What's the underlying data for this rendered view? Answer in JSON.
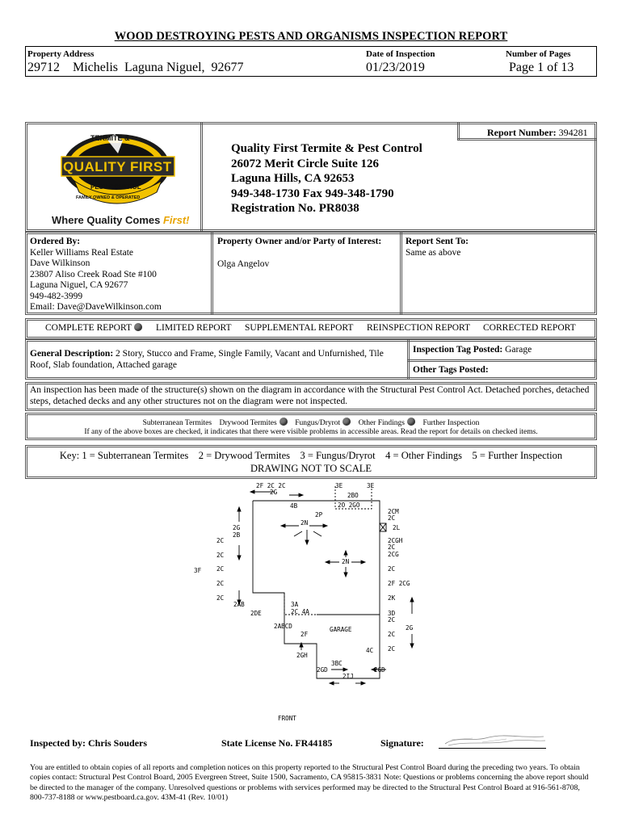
{
  "report_title": "WOOD DESTROYING PESTS AND ORGANISMS INSPECTION REPORT",
  "header": {
    "property_address_label": "Property Address",
    "property_address": "29712    Michelis  Laguna Niguel,  92677",
    "date_label": "Date of Inspection",
    "date": "01/23/2019",
    "pages_label": "Number of Pages",
    "pages": "Page 1 of 13"
  },
  "company": {
    "logo_text_top": "TERMITE &",
    "logo_main": "QUALITY FIRST",
    "logo_text_bottom": "PEST CONTROL",
    "logo_ribbon": "FAMILY OWNED & OPERATED",
    "tagline_a": "Where Quality Comes ",
    "tagline_b": "First!",
    "name": "Quality First Termite & Pest Control",
    "address1": "26072 Merit Circle Suite 126",
    "address2": "Laguna Hills, CA 92653",
    "phones": "949-348-1730 Fax 949-348-1790",
    "registration": "Registration No. PR8038",
    "report_number_label": "Report Number:",
    "report_number": "394281"
  },
  "parties": {
    "ordered_by_label": "Ordered By:",
    "ordered_by_lines": [
      "Keller Williams Real Estate",
      "Dave Wilkinson",
      "23807 Aliso Creek Road Ste #100",
      "Laguna Niguel, CA 92677",
      "949-482-3999",
      "Email: Dave@DaveWilkinson.com"
    ],
    "owner_label": "Property Owner and/or Party of Interest:",
    "owner": "Olga Angelov",
    "sent_to_label": "Report Sent To:",
    "sent_to": "Same as above"
  },
  "report_types": [
    "COMPLETE REPORT",
    "LIMITED REPORT",
    "SUPPLEMENTAL REPORT",
    "REINSPECTION REPORT",
    "CORRECTED REPORT"
  ],
  "general": {
    "label": "General Description:",
    "text": " 2 Story, Stucco and Frame, Single Family, Vacant and Unfurnished, Tile Roof, Slab foundation, Attached garage",
    "tag_label": "Inspection Tag Posted:",
    "tag_value": " Garage",
    "other_tags_label": "Other Tags Posted:"
  },
  "inspection_statement": "An inspection has been made of the structure(s) shown on the diagram in accordance with the Structural Pest Control Act. Detached porches, detached steps, detached decks and any other structures not on the diagram were not inspected.",
  "findings": {
    "items": [
      "Subterranean Termites",
      "Drywood Termites",
      "Fungus/Dryrot",
      "Other Findings",
      "Further Inspection"
    ],
    "note": "If any of the above boxes are checked, it indicates that there were visible problems in accessible areas. Read the report for details on checked items."
  },
  "key": {
    "line": "Key: 1 = Subterranean Termites    2 = Drywood Termites    3 = Fungus/Dryrot    4 = Other Findings    5 = Further Inspection",
    "scale": "DRAWING NOT TO SCALE"
  },
  "diagram": {
    "front": "FRONT",
    "garage": "GARAGE"
  },
  "signoff": {
    "inspected_by": "Inspected by: Chris Souders",
    "license": "State License No. FR44185",
    "signature_label": "Signature:"
  },
  "footer": "You are entitled to obtain copies of all reports and completion notices on this property reported to the Structural Pest Control Board during the preceding two years. To obtain copies contact: Structural Pest Control Board, 2005 Evergreen Street, Suite 1500, Sacramento, CA 95815-3831 Note: Questions or problems concerning the above report should be directed to the manager of the company. Unresolved questions or problems with services performed may be directed to the Structural Pest Control Board at 916-561-8708, 800-737-8188 or www.pestboard.ca.gov. 43M-41 (Rev. 10/01)"
}
